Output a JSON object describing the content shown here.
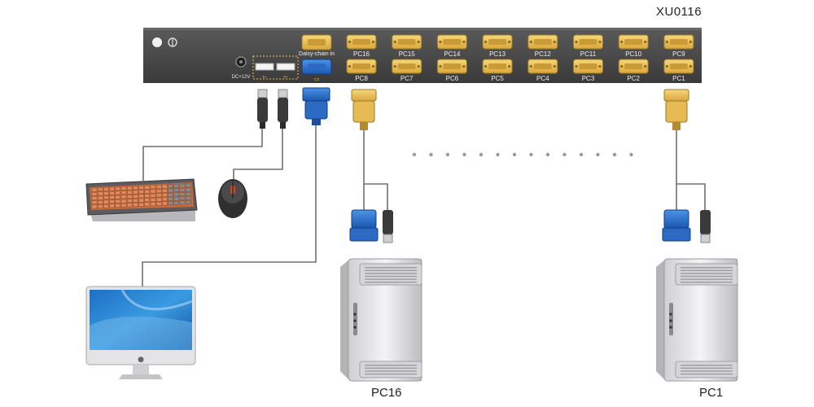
{
  "model": "XU0116",
  "panel": {
    "power_label": "DC+12V",
    "daisy_chain_label": "Daisy-chain in",
    "top_ports": [
      "PC16",
      "PC15",
      "PC14",
      "PC13",
      "PC12",
      "PC11",
      "PC10",
      "PC9"
    ],
    "bottom_ports": [
      "PC8",
      "PC7",
      "PC6",
      "PC5",
      "PC4",
      "PC3",
      "PC2",
      "PC1"
    ]
  },
  "computers": [
    {
      "label": "PC16"
    },
    {
      "label": "PC1"
    }
  ],
  "colors": {
    "panel": "#4a4a4a",
    "vga_port": "#e8c25a",
    "vga_blue": "#2a6fc9",
    "cable": "#707070",
    "usb_plug": "#333333"
  }
}
